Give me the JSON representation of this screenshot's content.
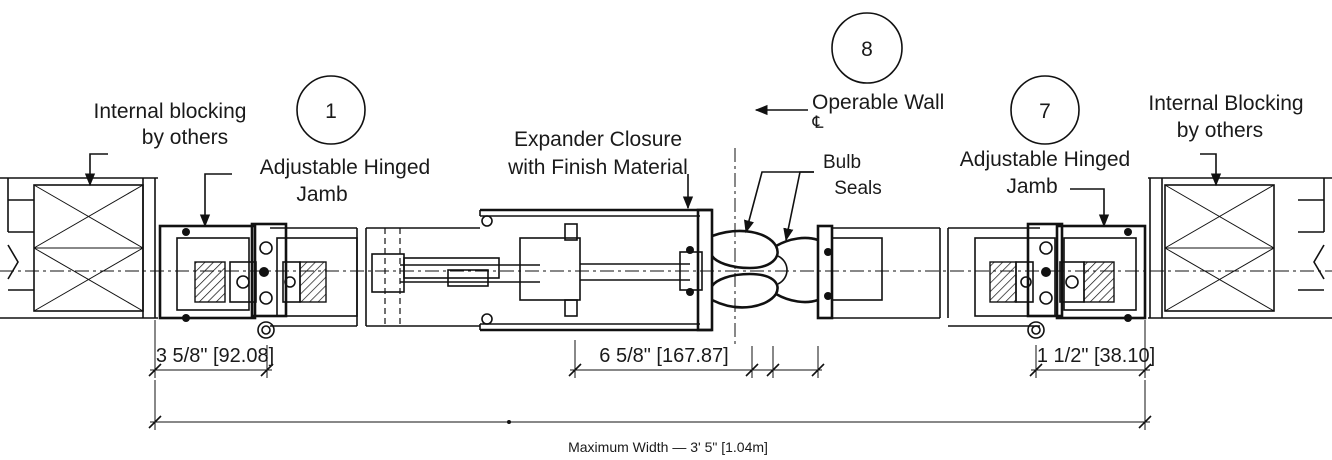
{
  "callouts": {
    "c1": "1",
    "c7": "7",
    "c8": "8"
  },
  "labels": {
    "internal_blocking_left_1": "Internal blocking",
    "internal_blocking_left_2": "by others",
    "hinged_jamb_left_1": "Adjustable Hinged",
    "hinged_jamb_left_2": "Jamb",
    "expander_1": "Expander Closure",
    "expander_2": "with Finish Material",
    "operable_wall": "Operable Wall",
    "centerline_symbol": "℄",
    "bulb_1": "Bulb",
    "bulb_2": "Seals",
    "hinged_jamb_right_1": "Adjustable Hinged",
    "hinged_jamb_right_2": "Jamb",
    "internal_blocking_right_1": "Internal Blocking",
    "internal_blocking_right_2": "by others"
  },
  "dimensions": {
    "left": "3 5/8\" [92.08]",
    "center": "6 5/8\" [167.87]",
    "right": "1 1/2\" [38.10]",
    "overall": "Maximum Width — 3' 5\" [1.04m]"
  }
}
